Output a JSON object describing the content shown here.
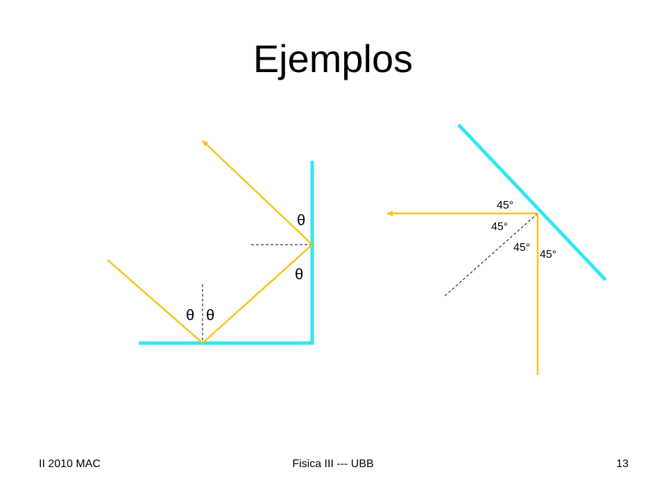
{
  "slide": {
    "title": "Ejemplos"
  },
  "colors": {
    "mirror": "#33E6F0",
    "ray": "#F5C518",
    "guide": "#000000"
  },
  "diagram_left": {
    "labels": [
      "θ",
      "θ",
      "θ",
      "θ"
    ]
  },
  "diagram_right": {
    "labels": [
      "45°",
      "45°",
      "45°",
      "45°"
    ]
  },
  "footer": {
    "left": "II 2010 MAC",
    "center": "Fisica III --- UBB",
    "page_number": "13"
  }
}
